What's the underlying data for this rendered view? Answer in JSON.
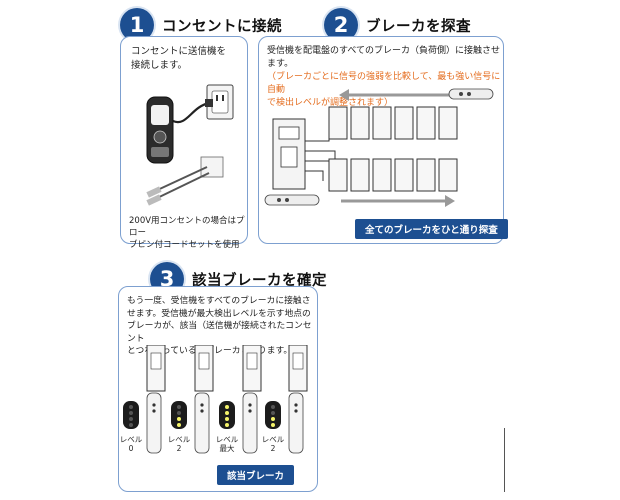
{
  "step1": {
    "number": "1",
    "title": "コンセントに接続",
    "desc_lines": [
      "コンセントに送信機を",
      "接続します。"
    ],
    "note_lines": [
      "200V用コンセントの場合はプロー",
      "ブピン付コードセットを使用"
    ]
  },
  "step2": {
    "number": "2",
    "title": "ブレーカを探査",
    "desc_line1": "受信機を配電盤のすべてのブレーカ（負荷側）に接触させます。",
    "orange_lines": [
      "（ブレーカごとに信号の強弱を比較して、最も強い信号に自動",
      "で検出レベルが調整されます）"
    ],
    "banner": "全てのブレーカをひと通り探査"
  },
  "step3": {
    "number": "3",
    "title": "該当ブレーカを確定",
    "desc_lines": [
      "もう一度、受信機をすべてのブレーカに接触さ",
      "せます。受信機が最大検出レベルを示す地点の",
      "ブレーカが、該当（送信機が接続されたコンセント",
      "とつながっている）ブレーカとなります。"
    ],
    "levels": [
      {
        "line1": "レベル",
        "line2": "0"
      },
      {
        "line1": "レベル",
        "line2": "2"
      },
      {
        "line1": "レベル",
        "line2": "最大"
      },
      {
        "line1": "レベル",
        "line2": "2"
      }
    ],
    "banner": "該当ブレーカ"
  },
  "colors": {
    "accent": "#1d4f91",
    "border": "#7da0d0",
    "highlight": "#e46c1e"
  }
}
